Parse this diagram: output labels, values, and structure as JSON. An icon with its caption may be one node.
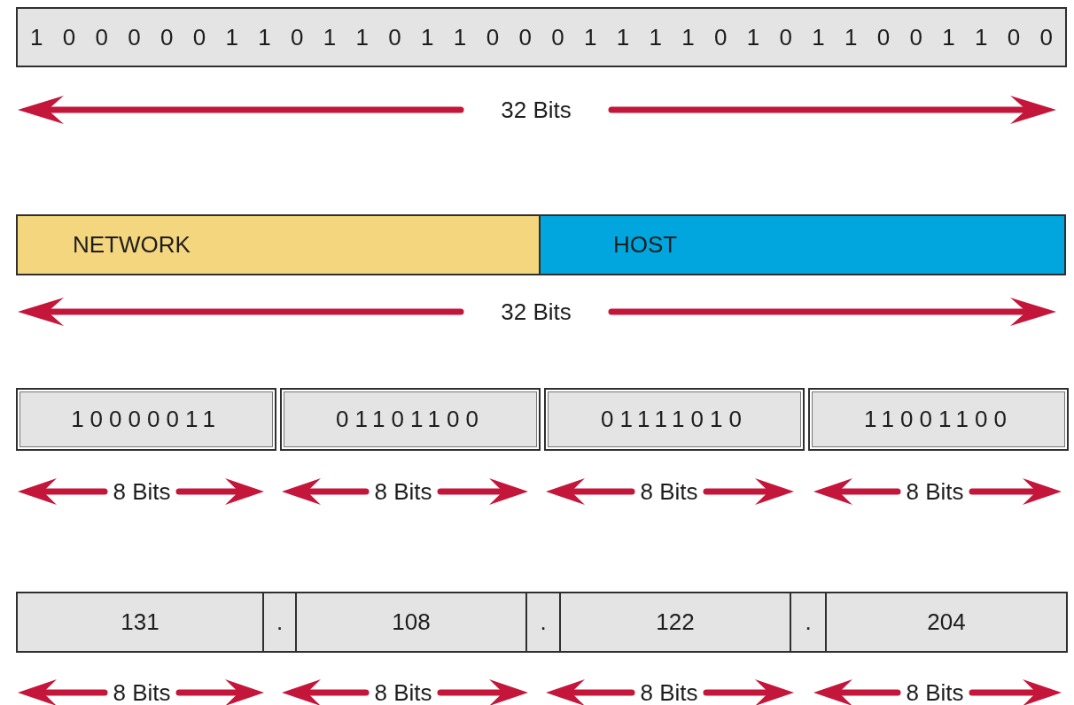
{
  "diagram": {
    "nodes": [
      {
        "text": [
          "1 0 0 0 0 0 1 1 0 1 1 0 1 1 0 0 0 1 1 1 1 0 1 0 1 1 0 0 1 1 0 0"
        ]
      },
      {
        "text": [
          "NETWORK"
        ]
      },
      {
        "text": [
          "HOST"
        ]
      },
      {
        "text": [
          "10000011"
        ]
      },
      {
        "text": [
          "01101100"
        ]
      },
      {
        "text": [
          "01111010"
        ]
      },
      {
        "text": [
          "11001100"
        ]
      },
      {
        "text": [
          "131"
        ]
      },
      {
        "text": [
          "."
        ]
      },
      {
        "text": [
          "108"
        ]
      },
      {
        "text": [
          "."
        ]
      },
      {
        "text": [
          "122"
        ]
      },
      {
        "text": [
          "."
        ]
      },
      {
        "text": [
          "204"
        ]
      }
    ],
    "edges": [],
    "labels": [
      "32 Bits",
      "32 Bits",
      "8 Bits",
      "8 Bits",
      "8 Bits",
      "8 Bits",
      "8 Bits",
      "8 Bits",
      "8 Bits",
      "8 Bits"
    ]
  }
}
